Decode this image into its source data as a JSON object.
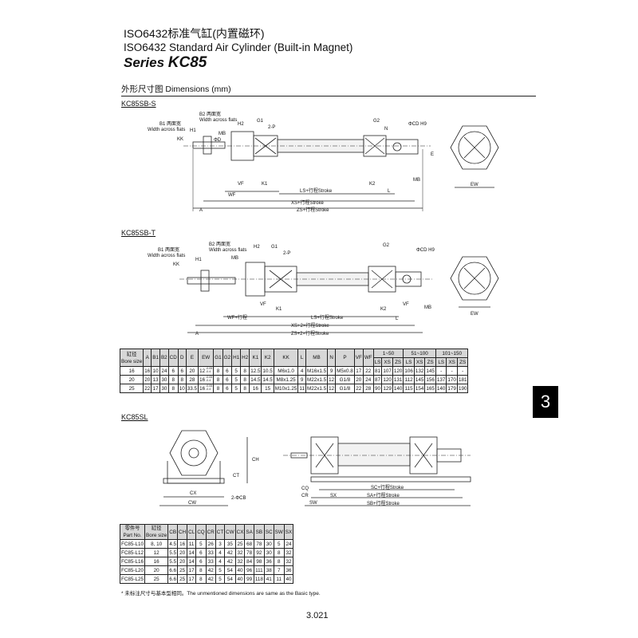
{
  "header": {
    "title_cn": "ISO6432标准气缸(内置磁环)",
    "title_en": "ISO6432 Standard Air Cylinder (Built-in Magnet)",
    "series_prefix": "Series ",
    "series_model": "KC85"
  },
  "dimensions_title": "外形尺寸图 Dimensions (mm)",
  "side_tab": "3",
  "page_number": "3.021",
  "sections": {
    "sb_s": {
      "title": "KC85SB-S",
      "labels": {
        "b2": "B2 两面宽",
        "b2_en": "Width across flats",
        "b1": "B1 两面宽",
        "b1_en": "Width across flats",
        "kk": "KK",
        "h1": "H1",
        "d": "ΦD",
        "mb": "MB",
        "h2": "H2",
        "g1": "G1",
        "p": "2-P",
        "g2": "G2",
        "n": "N",
        "cd": "ΦCD H9",
        "e": "E",
        "vf": "VF",
        "k1": "K1",
        "k2": "K2",
        "l": "L",
        "mb2": "MB",
        "ew": "EW",
        "wf": "WF",
        "ls": "LS+行程Stroke",
        "xs": "XS+行程Stroke",
        "zs": "ZS+行程Stroke",
        "a": "A"
      }
    },
    "sb_t": {
      "title": "KC85SB-T",
      "labels": {
        "b2": "B2 两面宽",
        "b2_en": "Width across flats",
        "b1": "B1 两面宽",
        "b1_en": "Width across flats",
        "kk": "KK",
        "h1": "H1",
        "mb": "MB",
        "h2": "H2",
        "g1": "G1",
        "p": "2-P",
        "g2": "G2",
        "cd": "ΦCD H9",
        "vf": "VF",
        "k1": "K1",
        "k2": "K2",
        "l": "L",
        "mb2": "MB",
        "ew": "EW",
        "wf": "WF+行程",
        "ls": "LS+行程Stroke",
        "xs": "XS+2×行程Stroke",
        "zs": "ZS+2×行程Stroke",
        "a": "A"
      }
    },
    "sl": {
      "title": "KC85SL",
      "labels": {
        "ch": "CH",
        "ct": "CT",
        "cx": "CX",
        "cw": "CW",
        "cb": "2-ΦCB",
        "cq": "CQ",
        "cr": "CR",
        "sx": "SX",
        "sw": "SW",
        "sc": "SC+行程Stroke",
        "sa": "SA+行程Stroke",
        "sb": "SB+行程Stroke"
      }
    }
  },
  "main_table": {
    "bore_label_cn": "缸径",
    "bore_label_en": "Bore size",
    "headers": [
      "A",
      "B1",
      "B2",
      "CD",
      "D",
      "E",
      "EW",
      "G1",
      "G2",
      "H1",
      "H2",
      "K1",
      "K2",
      "KK",
      "L",
      "MB",
      "N",
      "P",
      "VF",
      "WF"
    ],
    "group_headers": [
      "1~50",
      "51~100",
      "101~150"
    ],
    "sub_headers": [
      "LS",
      "XS",
      "ZS",
      "LS",
      "XS",
      "ZS",
      "LS",
      "XS",
      "ZS"
    ],
    "rows": [
      [
        "16",
        "16",
        "10",
        "24",
        "6",
        "6",
        "20",
        "12",
        "8",
        "6",
        "5",
        "8",
        "12.5",
        "10.5",
        "M6x1.0",
        "4",
        "M16x1.5",
        "9",
        "M5x0.8",
        "17",
        "22",
        "81",
        "107",
        "120",
        "106",
        "132",
        "145",
        "-",
        "-",
        "-"
      ],
      [
        "20",
        "20",
        "13",
        "30",
        "8",
        "8",
        "28",
        "16",
        "8",
        "6",
        "5",
        "8",
        "14.5",
        "14.5",
        "M8x1.25",
        "9",
        "M22x1.5",
        "12",
        "G1/8",
        "20",
        "24",
        "87",
        "120",
        "131",
        "112",
        "145",
        "156",
        "137",
        "170",
        "181"
      ],
      [
        "25",
        "22",
        "17",
        "30",
        "8",
        "10",
        "33.5",
        "16",
        "8",
        "6",
        "5",
        "8",
        "16",
        "15",
        "M10x1.25",
        "11",
        "M22x1.5",
        "12",
        "G1/8",
        "22",
        "28",
        "90",
        "129",
        "140",
        "115",
        "154",
        "165",
        "140",
        "179",
        "190"
      ]
    ],
    "ew_tol_upper": "-0.05",
    "ew_tol_lower": "-0.4"
  },
  "sl_table": {
    "part_label_cn": "零件号",
    "part_label_en": "Part No.",
    "bore_label_cn": "缸径",
    "bore_label_en": "Bore size",
    "headers": [
      "CB",
      "CH",
      "CL",
      "CQ",
      "CR",
      "CT",
      "CW",
      "CX",
      "SA",
      "SB",
      "SC",
      "SW",
      "SX"
    ],
    "rows": [
      [
        "FC85-L10",
        "8, 10",
        "4.5",
        "16",
        "11",
        "5",
        "26",
        "3",
        "35",
        "25",
        "68",
        "78",
        "30",
        "5",
        "24"
      ],
      [
        "FC85-L12",
        "12",
        "5.5",
        "20",
        "14",
        "6",
        "33",
        "4",
        "42",
        "32",
        "78",
        "92",
        "30",
        "8",
        "32"
      ],
      [
        "FC85-L16",
        "16",
        "5.5",
        "20",
        "14",
        "6",
        "33",
        "4",
        "42",
        "32",
        "84",
        "98",
        "36",
        "8",
        "32"
      ],
      [
        "FC85-L20",
        "20",
        "6.6",
        "25",
        "17",
        "8",
        "42",
        "5",
        "54",
        "40",
        "96",
        "111",
        "38",
        "7",
        "36"
      ],
      [
        "FC85-L25",
        "25",
        "6.6",
        "25",
        "17",
        "8",
        "42",
        "5",
        "54",
        "40",
        "99",
        "118",
        "41",
        "11",
        "40"
      ]
    ],
    "note": "* 未标注尺寸与基本型相同。The unmentioned dimensions are same as the Basic type."
  }
}
